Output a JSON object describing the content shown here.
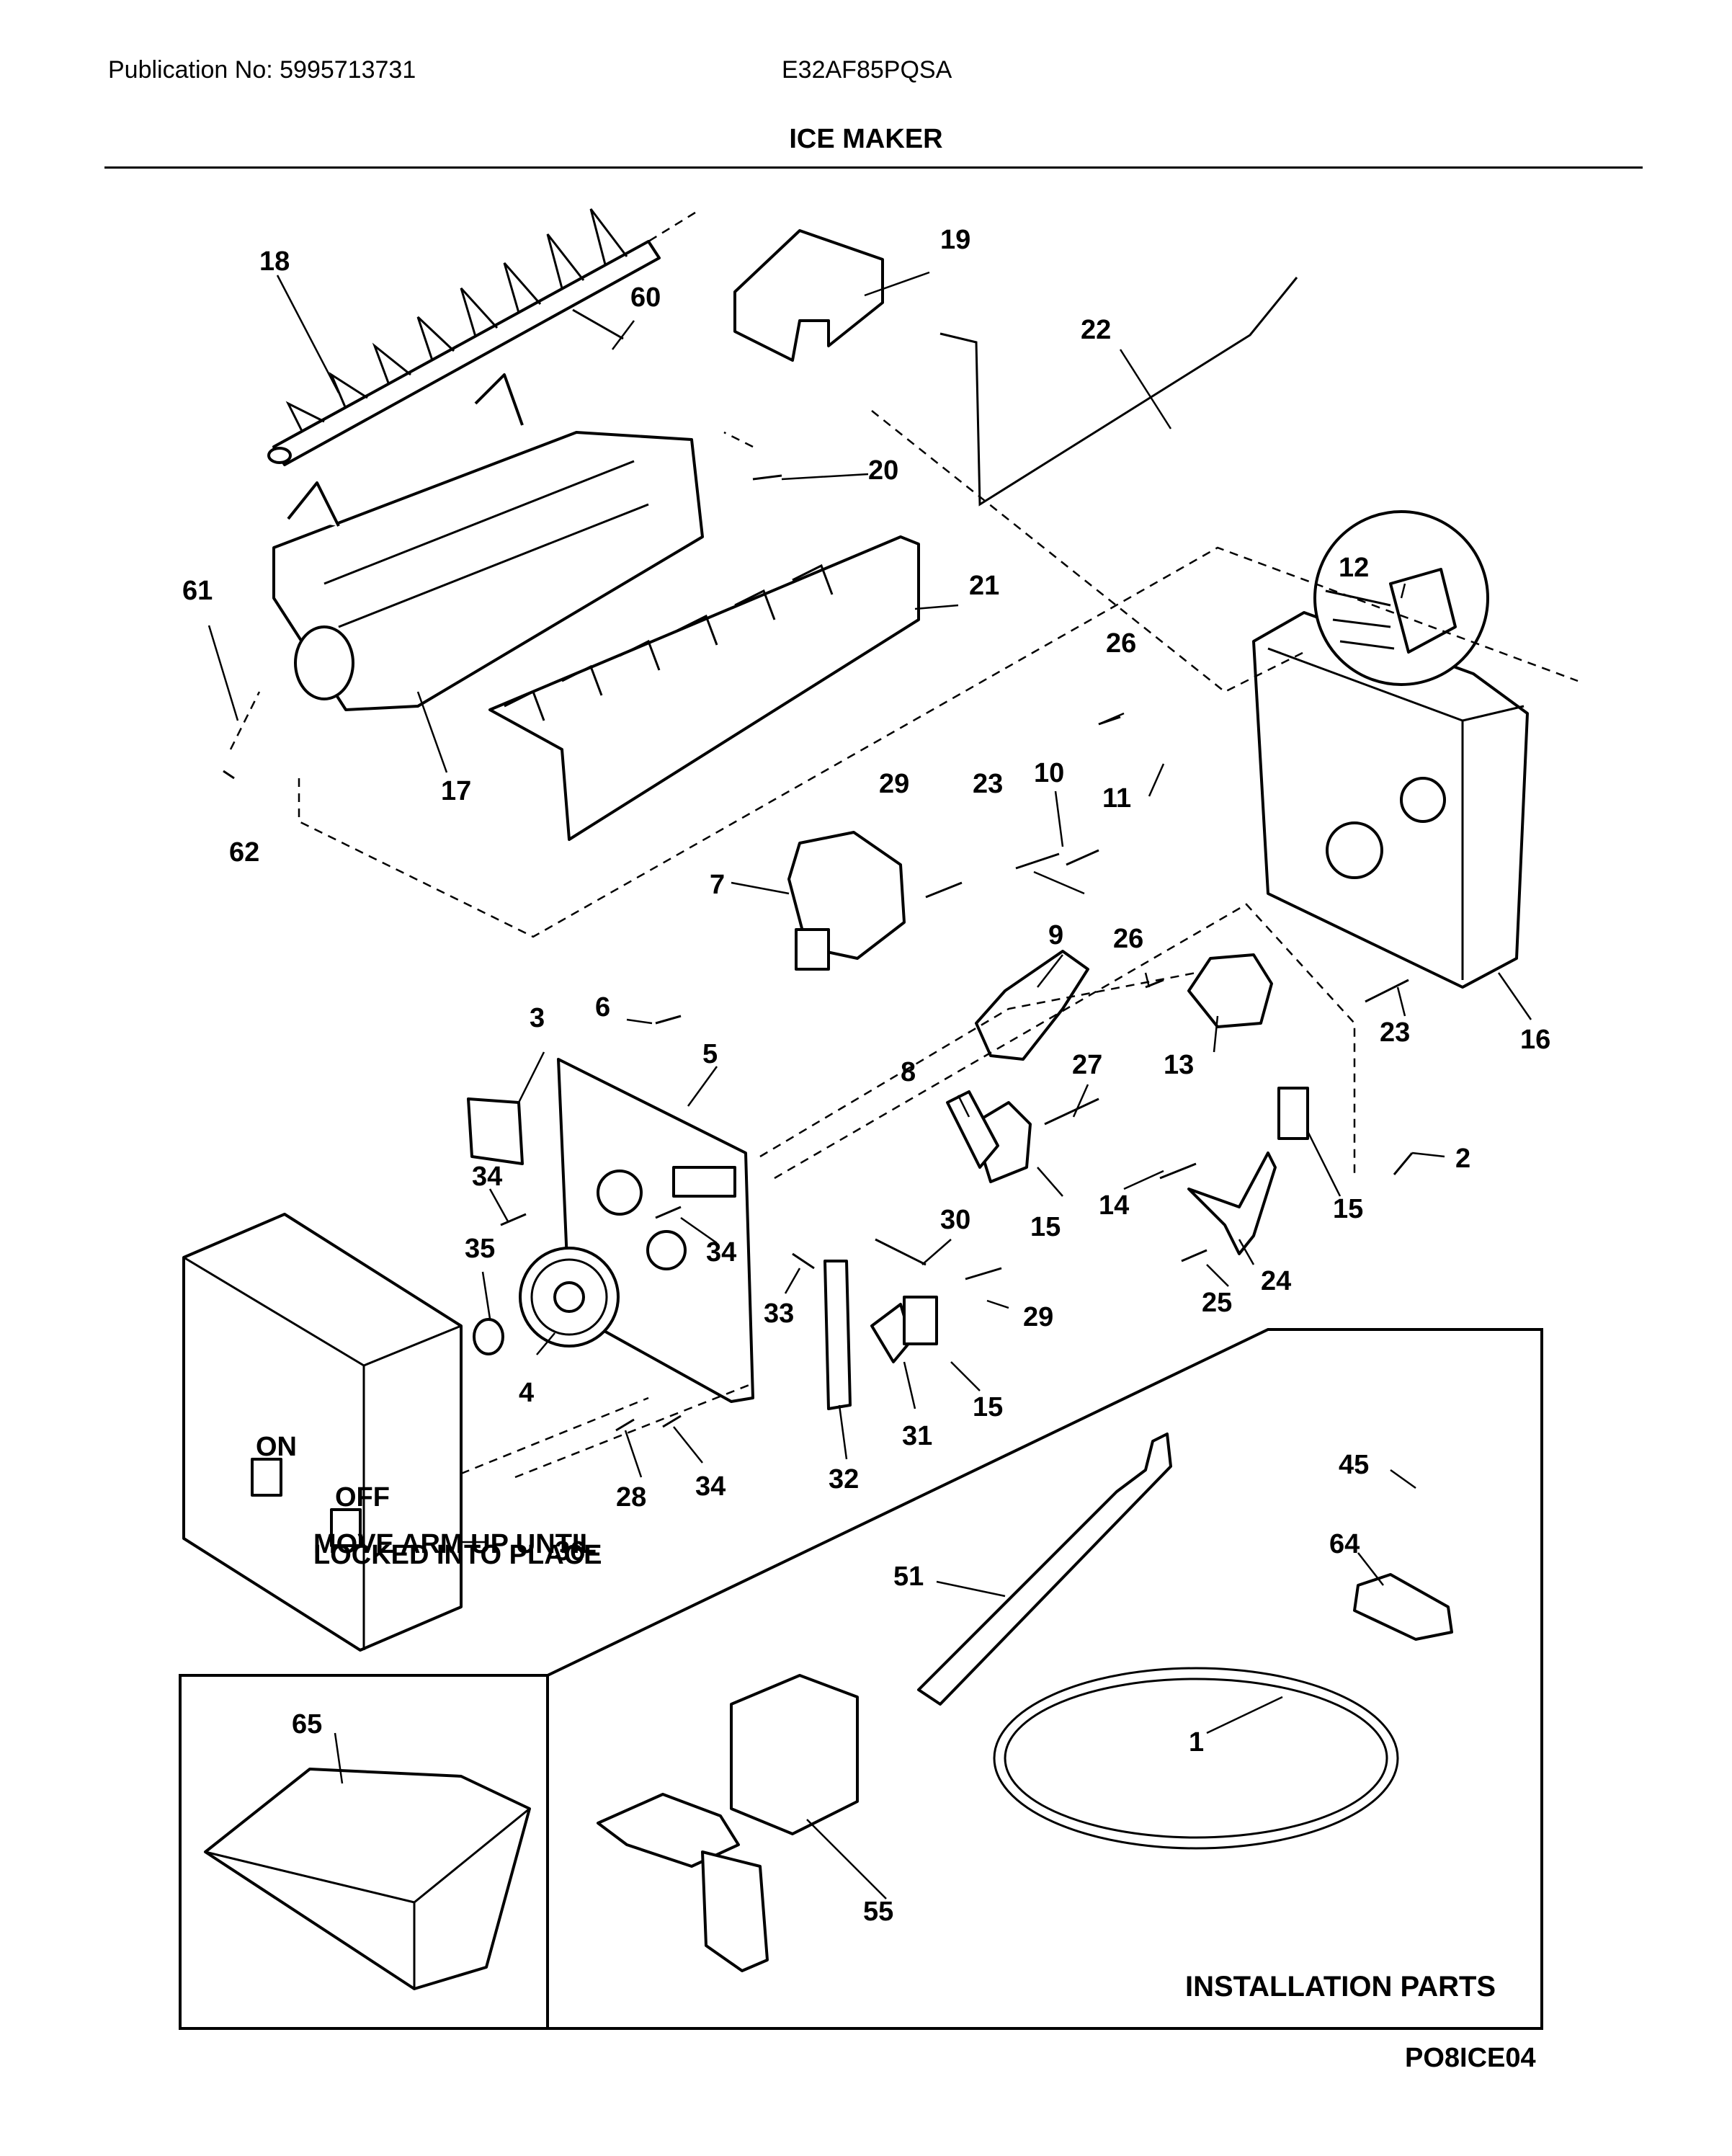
{
  "header": {
    "publication": "Publication No: 5995713731",
    "model": "E32AF85PQSA",
    "title": "ICE MAKER"
  },
  "footer": {
    "diagram_code": "PO8ICE04",
    "installation_label": "INSTALLATION PARTS"
  },
  "part_labels": [
    "18",
    "60",
    "19",
    "22",
    "20",
    "21",
    "61",
    "12",
    "17",
    "26",
    "62",
    "29",
    "23",
    "10",
    "11",
    "7",
    "9",
    "26",
    "3",
    "6",
    "5",
    "23",
    "16",
    "13",
    "8",
    "27",
    "34",
    "15",
    "2",
    "14",
    "15",
    "35",
    "30",
    "34",
    "24",
    "25",
    "33",
    "29",
    "4",
    "15",
    "31",
    "28",
    "34",
    "32",
    "45",
    "36",
    "64",
    "51",
    "65",
    "1",
    "55"
  ],
  "cover_text": {
    "on": "ON",
    "off": "OFF",
    "caution_1": "MOVE ARM UP UNTIL",
    "caution_2": "LOCKED INTO PLACE"
  }
}
